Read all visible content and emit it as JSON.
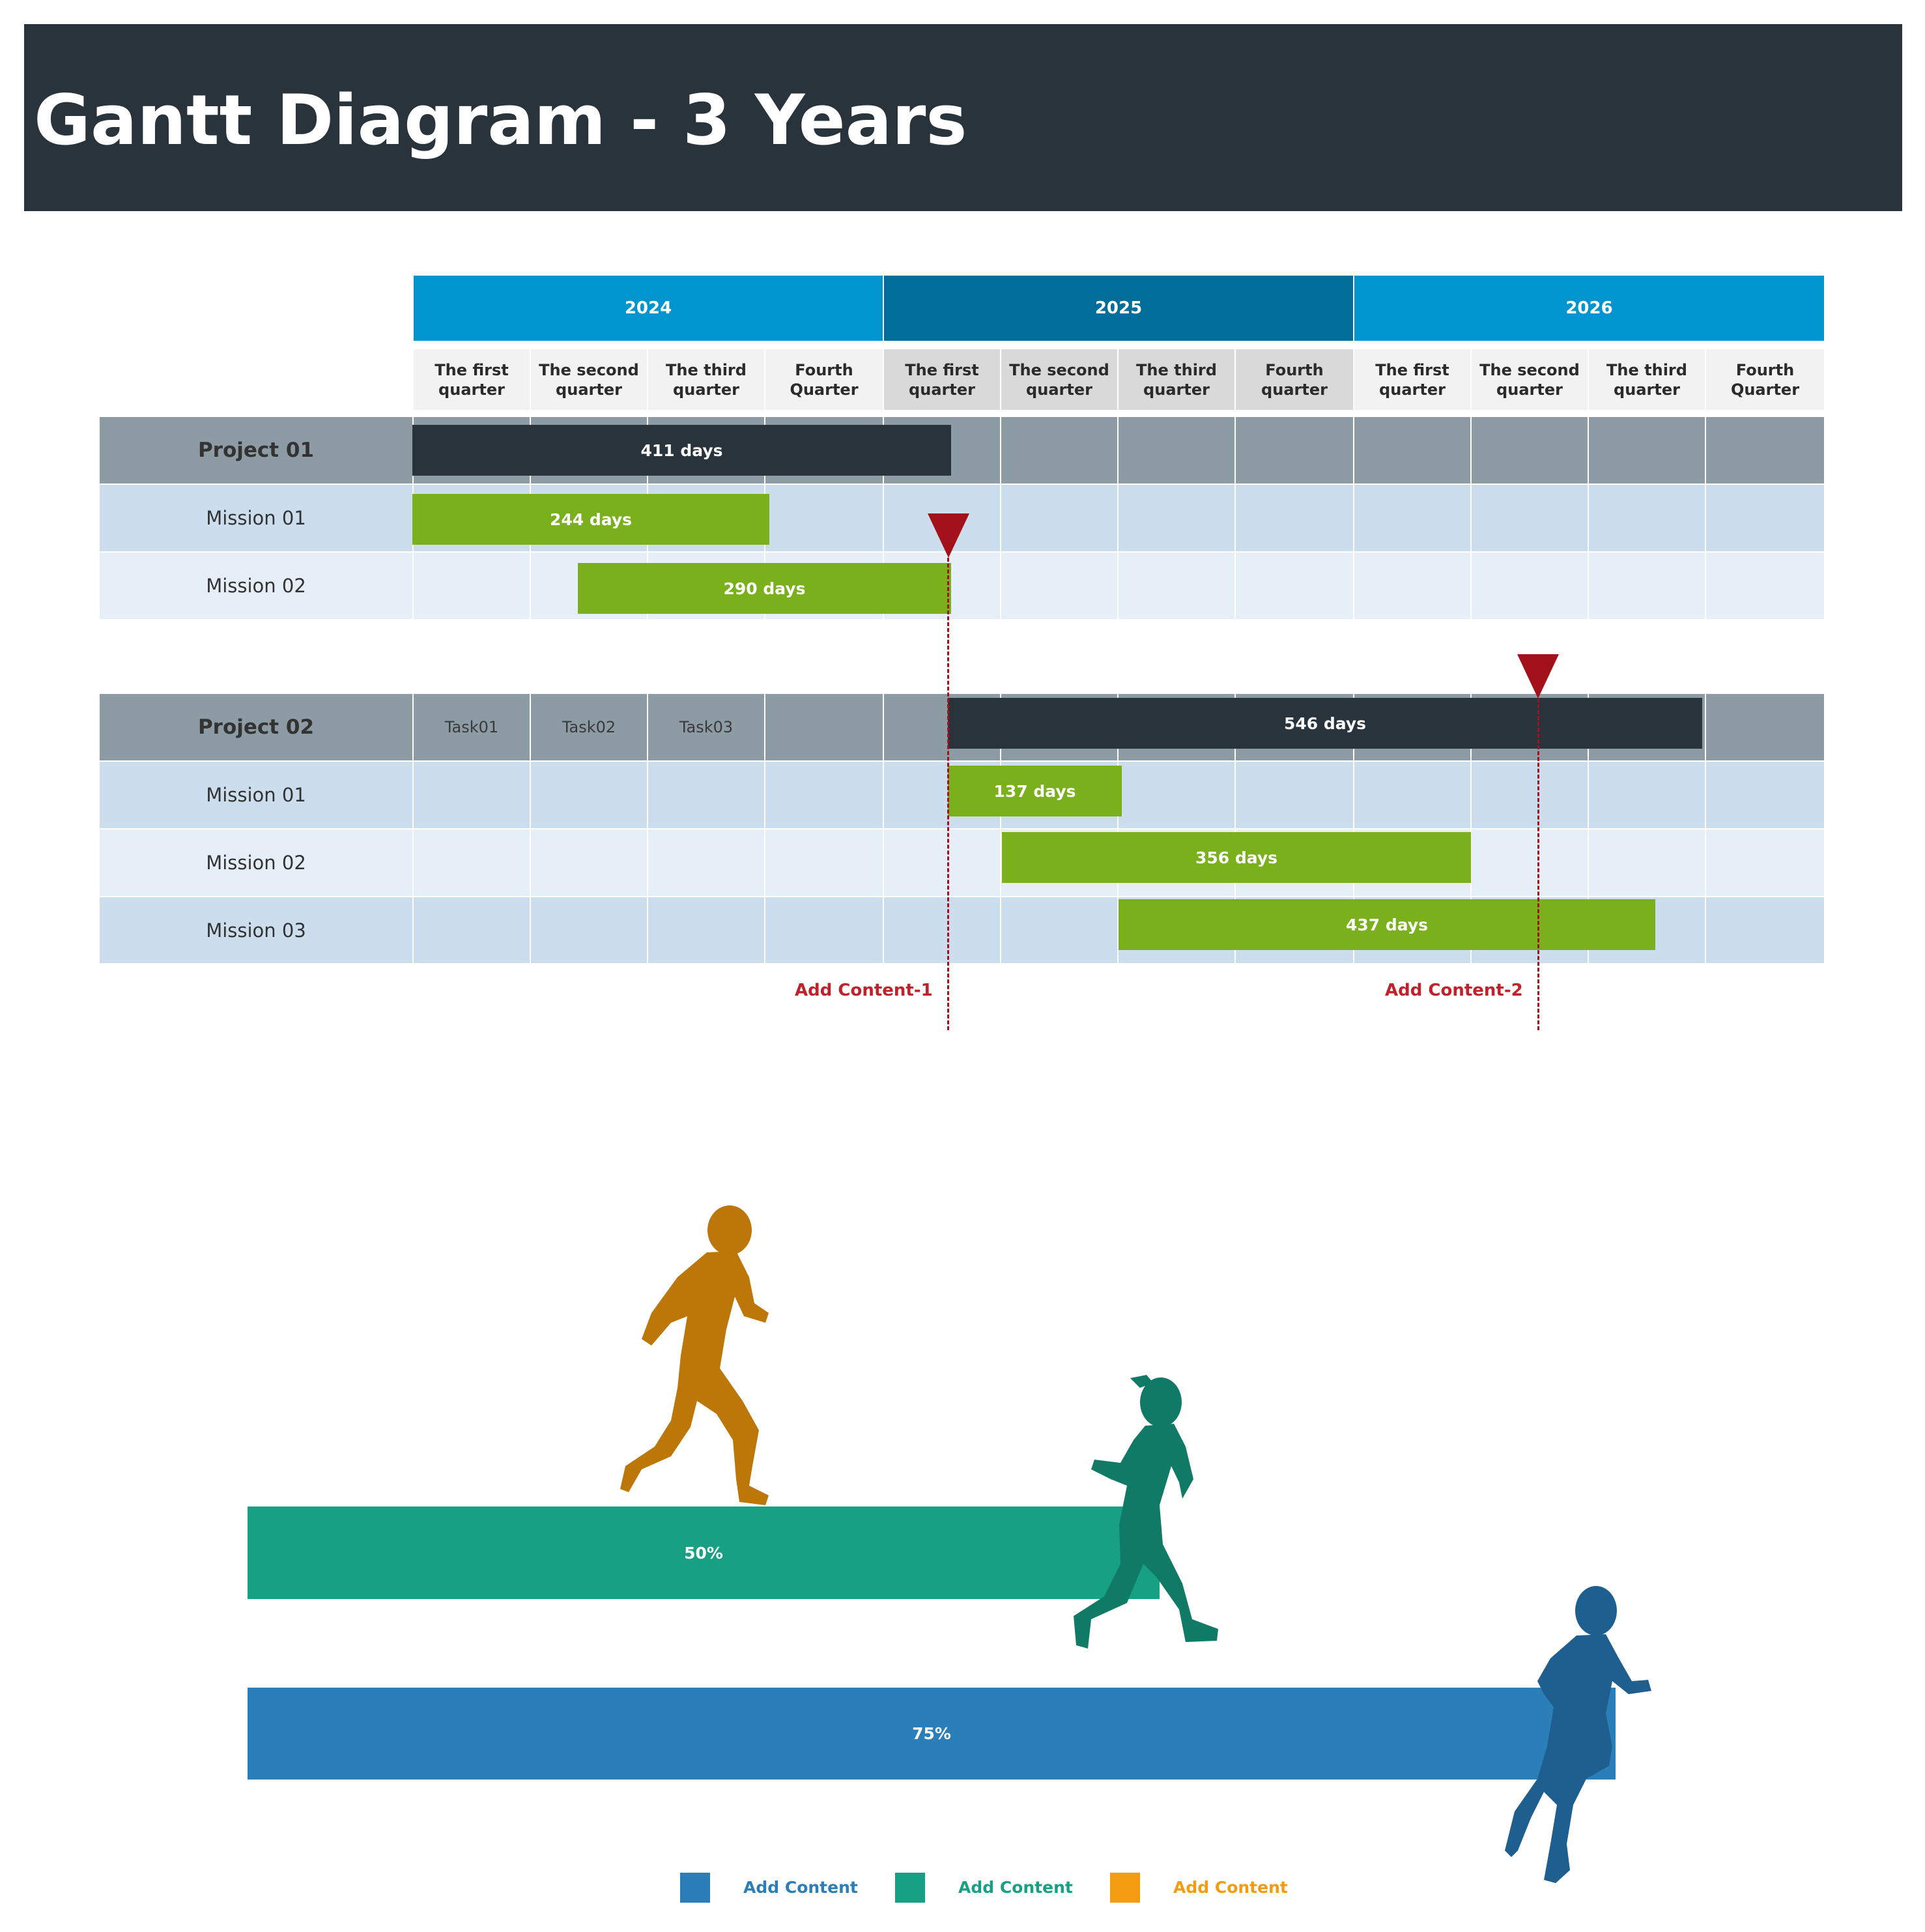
{
  "title": "Gantt Diagram - 3 Years",
  "years": [
    "2024",
    "2025",
    "2026"
  ],
  "quarters": [
    "The first quarter",
    "The second quarter",
    "The third quarter",
    "Fourth Quarter",
    "The first quarter",
    "The second quarter",
    "The third quarter",
    "Fourth quarter",
    "The first quarter",
    "The second quarter",
    "The third quarter",
    "Fourth Quarter"
  ],
  "project1": {
    "label": "Project 01",
    "bar_label": "411 days",
    "missions": [
      {
        "label": "Mission 01",
        "bar_label": "244 days"
      },
      {
        "label": "Mission 02",
        "bar_label": "290 days"
      }
    ]
  },
  "project2": {
    "label": "Project 02",
    "tasks": [
      "Task01",
      "Task02",
      "Task03"
    ],
    "bar_label": "546 days",
    "missions": [
      {
        "label": "Mission 01",
        "bar_label": "137 days"
      },
      {
        "label": "Mission 02",
        "bar_label": "356 days"
      },
      {
        "label": "Mission 03",
        "bar_label": "437 days"
      }
    ]
  },
  "milestones": [
    {
      "label": "Add Content-1"
    },
    {
      "label": "Add Content-2"
    }
  ],
  "progress": [
    {
      "label": "50%",
      "value": 50,
      "color": "#17a084"
    },
    {
      "label": "75%",
      "value": 75,
      "color": "#2a7fb8"
    }
  ],
  "legend": [
    {
      "label": "Add Content",
      "color": "#2a7fb8"
    },
    {
      "label": "Add Content",
      "color": "#17a084"
    },
    {
      "label": "Add Content",
      "color": "#f39c12"
    }
  ],
  "colors": {
    "header": "#29333b",
    "year_light": "#0095ce",
    "year_dark": "#006e99",
    "project_row": "#8c9ba4",
    "mission_row_a": "#ccdeed",
    "mission_row_b": "#e6eff7",
    "project_bar": "#29333b",
    "mission_bar": "#7ab01c",
    "milestone": "#a3121a",
    "runner_orange": "#bc7708",
    "runner_teal": "#117a66",
    "runner_blue": "#1f5f8f"
  }
}
